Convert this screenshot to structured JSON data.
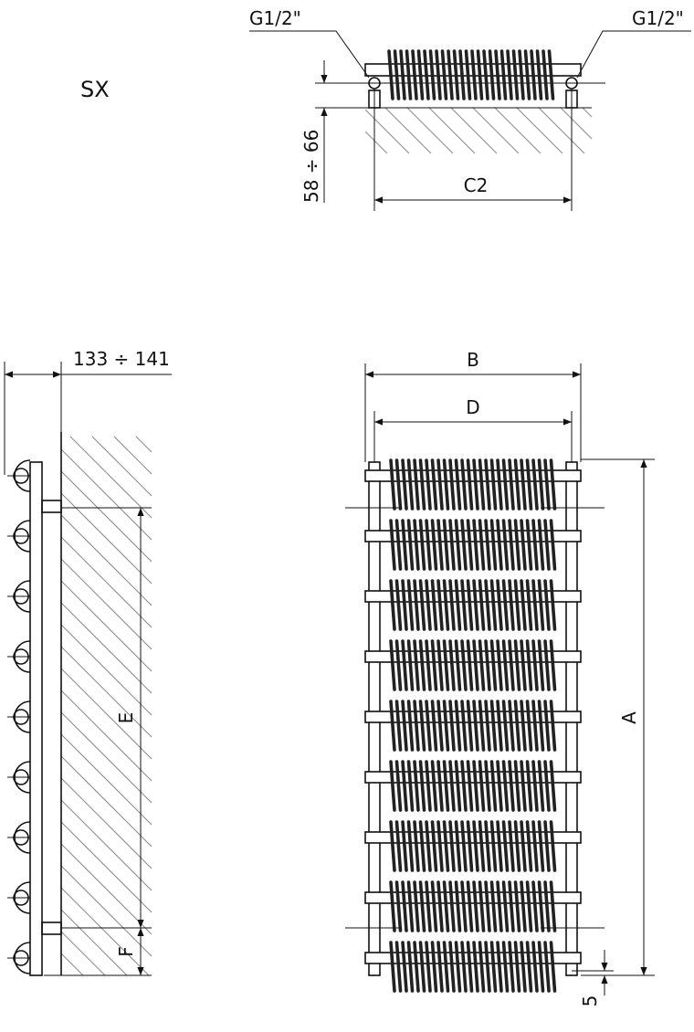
{
  "corner_label": "SX",
  "top_view": {
    "connection_left": "G1/2\"",
    "connection_right": "G1/2\"",
    "wall_distance": "58 ÷ 66",
    "spacing_label": "C2"
  },
  "side_view": {
    "depth": "133 ÷ 141",
    "dim_e": "E",
    "dim_f": "F"
  },
  "front_view": {
    "dim_a": "A",
    "dim_b": "B",
    "dim_d": "D",
    "offset": "5",
    "rail_count": 9
  },
  "colors": {
    "line": "#111111",
    "hatch": "#888888",
    "coil": "#222222"
  }
}
